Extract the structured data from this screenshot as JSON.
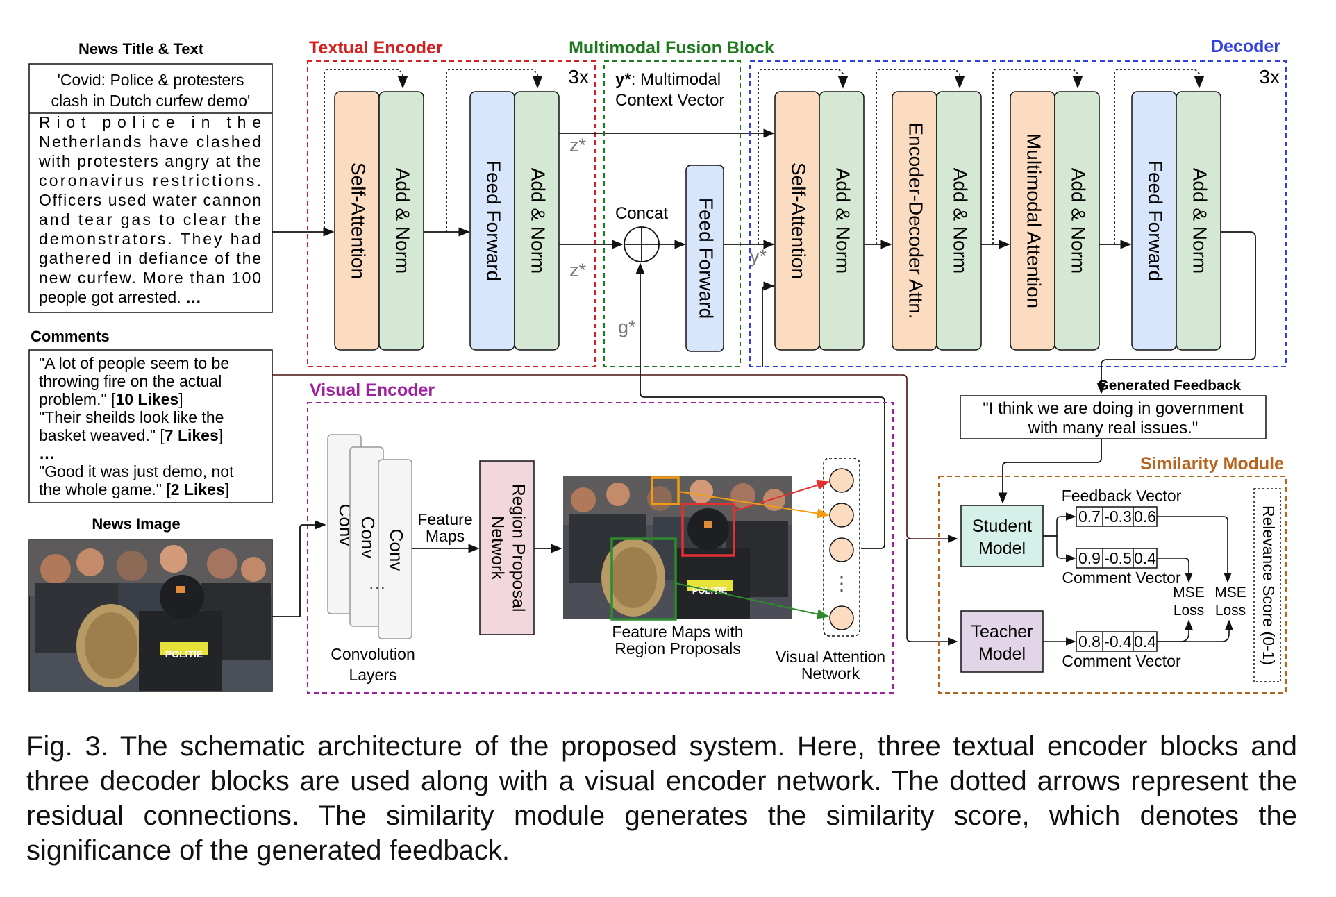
{
  "inputs": {
    "news_title_text_label": "News Title & Text",
    "title_lines": [
      "'Covid: Police & protesters",
      "clash in Dutch curfew demo'"
    ],
    "body_lines": [
      "Riot police in the",
      "Netherlands have clashed",
      "with protesters angry at the",
      "coronavirus restrictions.",
      "Officers used water cannon",
      "and tear gas to clear the",
      "demonstrators. They had",
      "gathered in defiance of the",
      "new curfew. More than 100"
    ],
    "body_last_line": "people got arrested.",
    "body_ellipsis": "…",
    "comments_label": "Comments",
    "comment_lines": [
      {
        "text": "\"A lot of people seem to be",
        "bold": ""
      },
      {
        "text": "throwing fire on the  actual",
        "bold": ""
      },
      {
        "text": "problem.\" [",
        "bold": "10 Likes",
        "tail": "]"
      },
      {
        "text": "\"Their sheilds look like the",
        "bold": ""
      },
      {
        "text": "basket weaved.\" [",
        "bold": "7 Likes",
        "tail": "]"
      },
      {
        "text": "…",
        "bold": ""
      },
      {
        "text": "\"Good it was just demo, not",
        "bold": ""
      },
      {
        "text": "the whole game.\" [",
        "bold": "2 Likes",
        "tail": "]"
      }
    ],
    "news_image_label": "News Image"
  },
  "textual_encoder": {
    "title": "Textual Encoder",
    "repeat": "3x",
    "blocks": [
      "Self-Attention",
      "Add & Norm",
      "Feed Forward",
      "Add & Norm"
    ],
    "z_label": "z*"
  },
  "fusion": {
    "title": "Multimodal Fusion Block",
    "y_bold": "y*",
    "y_rest": ": Multimodal",
    "y_line2": "Context Vector",
    "concat": "Concat",
    "ff": "Feed Forward",
    "g_label": "g*",
    "y_label": "y*"
  },
  "decoder": {
    "title": "Decoder",
    "repeat": "3x",
    "blocks": [
      "Self-Attention",
      "Add & Norm",
      "Encoder-Decoder Attn.",
      "Add & Norm",
      "Multimodal Attention",
      "Add & Norm",
      "Feed Forward",
      "Add & Norm"
    ]
  },
  "visual_encoder": {
    "title": "Visual Encoder",
    "conv": "Conv",
    "conv_ellipsis": "…",
    "conv_caption": [
      "Convolution",
      "Layers"
    ],
    "feature_maps": [
      "Feature",
      "Maps"
    ],
    "rpn": [
      "Region Proposal",
      "Network"
    ],
    "fm_caption": [
      "Feature Maps with",
      "Region Proposals"
    ],
    "van_caption": [
      "Visual Attention",
      "Network"
    ],
    "van_dots": "⋮"
  },
  "feedback": {
    "label": "Generated Feedback",
    "lines": [
      "\"I think we are doing in government",
      "with many real issues.\""
    ]
  },
  "similarity": {
    "title": "Similarity Module",
    "student": [
      "Student",
      "Model"
    ],
    "teacher": [
      "Teacher",
      "Model"
    ],
    "feedback_vector_label": "Feedback Vector",
    "feedback_vector": [
      "0.7",
      "-0.3",
      "0.6"
    ],
    "comment_vector_label": "Comment Vector",
    "comment_vector_1": [
      "0.9",
      "-0.5",
      "0.4"
    ],
    "comment_vector_2": [
      "0.8",
      "-0.4",
      "0.4"
    ],
    "mse": [
      "MSE",
      "Loss"
    ],
    "relevance": "Relevance Score (0-1)"
  },
  "police_text": "POLITIE",
  "caption": "Fig. 3.  The schematic architecture of the proposed system. Here, three textual encoder blocks and three decoder blocks are used along with a visual encoder network. The dotted arrows represent the residual connections. The similarity module generates the similarity score, which denotes the significance of the generated feedback.",
  "colors": {
    "textual": "#d42020",
    "fusion": "#1f7a1f",
    "decoder": "#3340e0",
    "visual": "#a020a0",
    "similarity": "#b5651d",
    "orange_block": "#fbdcc0",
    "green_block": "#d5e8d4",
    "blue_block": "#d7e6fb",
    "rpn": "#f2d7dc",
    "teacher": "#e1d5e7",
    "student": "#d5efe9"
  }
}
